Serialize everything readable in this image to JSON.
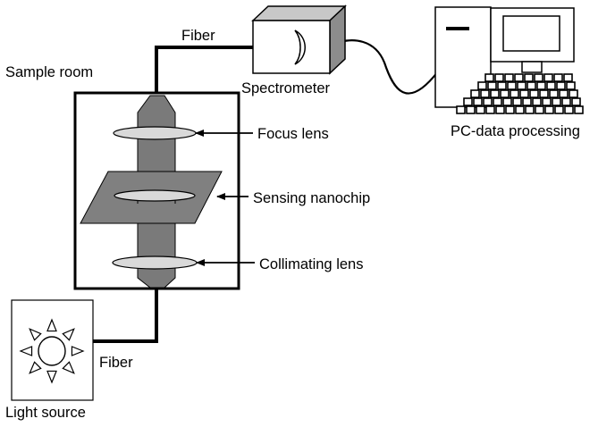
{
  "labels": {
    "sample_room": "Sample room",
    "fiber_top": "Fiber",
    "fiber_bottom": "Fiber",
    "spectrometer": "Spectrometer",
    "pc": "PC-data processing",
    "focus_lens": "Focus lens",
    "sensing_nanochip": "Sensing nanochip",
    "collimating_lens": "Collimating lens",
    "light_source": "Light source"
  },
  "colors": {
    "line": "#000000",
    "beam": "#7a7a7a",
    "chip": "#808080",
    "lens": "#d9d9d9",
    "spectrometer_side": "#8c8c8c",
    "spectrometer_top": "#c8c8c8"
  }
}
